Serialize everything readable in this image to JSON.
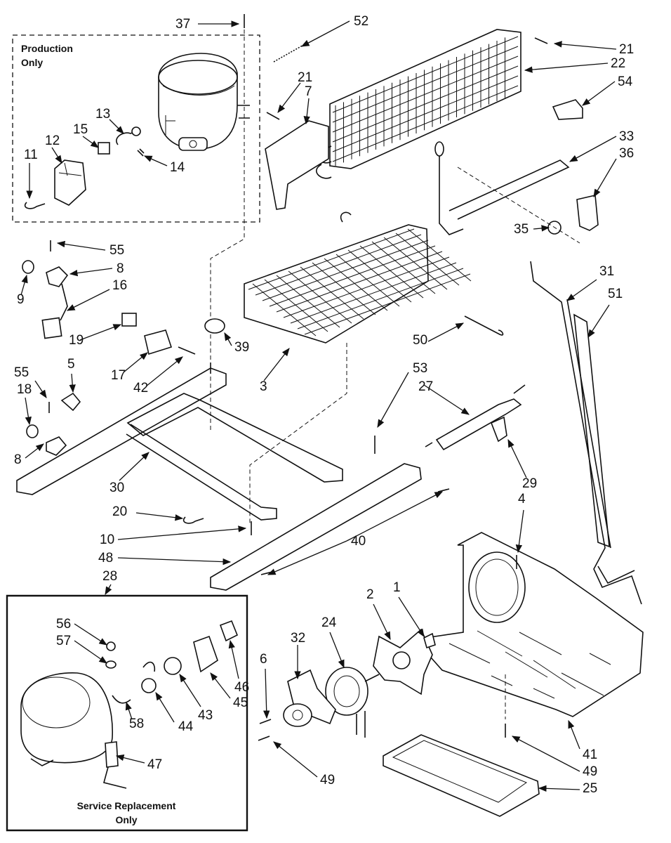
{
  "boxes": {
    "production": {
      "line1": "Production",
      "line2": "Only"
    },
    "service": {
      "line1": "Service Replacement",
      "line2": "Only"
    }
  },
  "labels": [
    {
      "id": "37",
      "text": "37"
    },
    {
      "id": "52",
      "text": "52"
    },
    {
      "id": "21a",
      "text": "21"
    },
    {
      "id": "22",
      "text": "22"
    },
    {
      "id": "54",
      "text": "54"
    },
    {
      "id": "21b",
      "text": "21"
    },
    {
      "id": "7",
      "text": "7"
    },
    {
      "id": "13",
      "text": "13"
    },
    {
      "id": "15",
      "text": "15"
    },
    {
      "id": "12",
      "text": "12"
    },
    {
      "id": "11",
      "text": "11"
    },
    {
      "id": "14",
      "text": "14"
    },
    {
      "id": "33",
      "text": "33"
    },
    {
      "id": "36",
      "text": "36"
    },
    {
      "id": "35",
      "text": "35"
    },
    {
      "id": "55a",
      "text": "55"
    },
    {
      "id": "8a",
      "text": "8"
    },
    {
      "id": "9",
      "text": "9"
    },
    {
      "id": "16",
      "text": "16"
    },
    {
      "id": "31",
      "text": "31"
    },
    {
      "id": "51",
      "text": "51"
    },
    {
      "id": "19",
      "text": "19"
    },
    {
      "id": "39",
      "text": "39"
    },
    {
      "id": "50",
      "text": "50"
    },
    {
      "id": "17",
      "text": "17"
    },
    {
      "id": "42",
      "text": "42"
    },
    {
      "id": "3",
      "text": "3"
    },
    {
      "id": "53",
      "text": "53"
    },
    {
      "id": "27",
      "text": "27"
    },
    {
      "id": "55b",
      "text": "55"
    },
    {
      "id": "5",
      "text": "5"
    },
    {
      "id": "18",
      "text": "18"
    },
    {
      "id": "8b",
      "text": "8"
    },
    {
      "id": "30",
      "text": "30"
    },
    {
      "id": "29",
      "text": "29"
    },
    {
      "id": "4",
      "text": "4"
    },
    {
      "id": "20",
      "text": "20"
    },
    {
      "id": "10",
      "text": "10"
    },
    {
      "id": "40",
      "text": "40"
    },
    {
      "id": "48",
      "text": "48"
    },
    {
      "id": "28",
      "text": "28"
    },
    {
      "id": "56",
      "text": "56"
    },
    {
      "id": "57",
      "text": "57"
    },
    {
      "id": "2",
      "text": "2"
    },
    {
      "id": "1",
      "text": "1"
    },
    {
      "id": "24",
      "text": "24"
    },
    {
      "id": "32",
      "text": "32"
    },
    {
      "id": "6",
      "text": "6"
    },
    {
      "id": "46",
      "text": "46"
    },
    {
      "id": "45",
      "text": "45"
    },
    {
      "id": "43",
      "text": "43"
    },
    {
      "id": "44",
      "text": "44"
    },
    {
      "id": "58",
      "text": "58"
    },
    {
      "id": "47",
      "text": "47"
    },
    {
      "id": "49a",
      "text": "49"
    },
    {
      "id": "41",
      "text": "41"
    },
    {
      "id": "49b",
      "text": "49"
    },
    {
      "id": "25",
      "text": "25"
    }
  ]
}
